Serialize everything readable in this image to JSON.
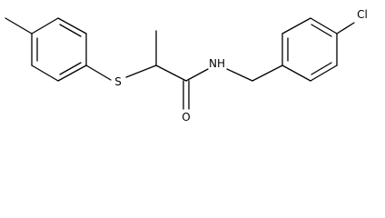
{
  "molecule": {
    "atoms": {
      "sulfur": "S",
      "nitrogen_hydrogen": "NH",
      "oxygen": "O",
      "chlorine": "Cl"
    }
  }
}
